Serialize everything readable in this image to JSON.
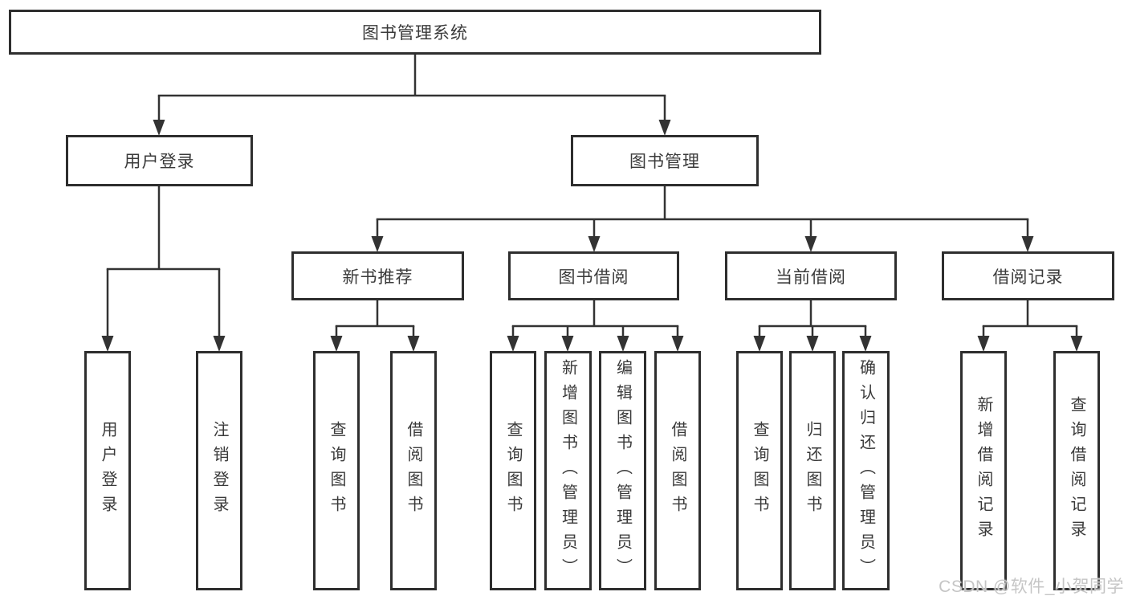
{
  "tree": {
    "label": "图书管理系统",
    "children": [
      {
        "label": "用户登录",
        "children": [
          {
            "label": "用户登录"
          },
          {
            "label": "注销登录"
          }
        ]
      },
      {
        "label": "图书管理",
        "children": [
          {
            "label": "新书推荐",
            "children": [
              {
                "label": "查询图书"
              },
              {
                "label": "借阅图书"
              }
            ]
          },
          {
            "label": "图书借阅",
            "children": [
              {
                "label": "查询图书"
              },
              {
                "label": "新增图书（管理员）"
              },
              {
                "label": "编辑图书（管理员）"
              },
              {
                "label": "借阅图书"
              }
            ]
          },
          {
            "label": "当前借阅",
            "children": [
              {
                "label": "查询图书"
              },
              {
                "label": "归还图书"
              },
              {
                "label": "确认归还（管理员）"
              }
            ]
          },
          {
            "label": "借阅记录",
            "children": [
              {
                "label": "新增借阅记录"
              },
              {
                "label": "查询借阅记录"
              }
            ]
          }
        ]
      }
    ]
  },
  "watermark": "CSDN @软件_小贺同学",
  "colors": {
    "line": "#333333",
    "border": "#2e2e2e",
    "text": "#3a3a3a",
    "watermark": "#c5c5c5",
    "background": "#ffffff"
  }
}
